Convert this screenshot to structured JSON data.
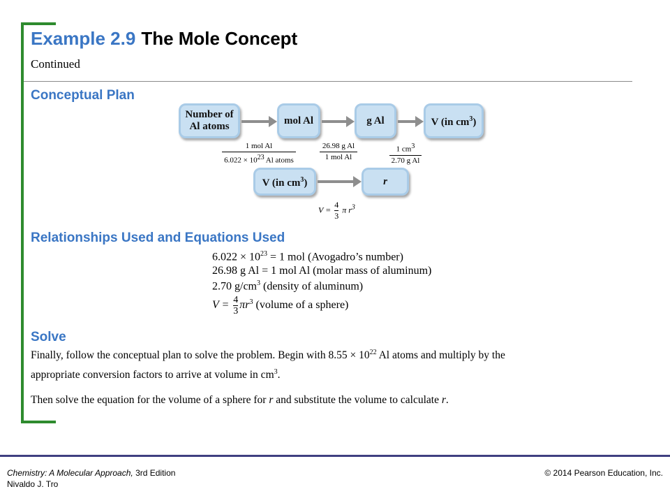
{
  "header": {
    "example_label": "Example 2.9",
    "title": "The Mole Concept",
    "subtitle": "Continued"
  },
  "conceptual_plan": {
    "heading": "Conceptual Plan",
    "boxes": {
      "atoms_line1": "Number of",
      "atoms_line2": "Al atoms",
      "mol": "mol Al",
      "grams": "g Al",
      "volume": "V (in cm",
      "volume_exp": "3",
      "volume_close": ")",
      "volume2": "V (in cm",
      "volume2_exp": "3",
      "volume2_close": ")",
      "radius": "r"
    },
    "factors": {
      "f1_num": "1 mol Al",
      "f1_den_a": "6.022 × 10",
      "f1_den_exp": "23",
      "f1_den_b": " Al atoms",
      "f2_num": "26.98 g Al",
      "f2_den": "1 mol Al",
      "f3_num_a": "1 cm",
      "f3_num_exp": "3",
      "f3_den": "2.70 g Al"
    },
    "sphere_eq": {
      "lhs": "V =",
      "num": "4",
      "den": "3",
      "rhs": "π r",
      "exp": "3"
    }
  },
  "relationships": {
    "heading": "Relationships Used and Equations Used",
    "line1_a": "6.022 × 10",
    "line1_exp": "23",
    "line1_b": " = 1 mol (Avogadro’s number)",
    "line2": "26.98 g Al = 1 mol Al (molar mass of aluminum)",
    "line3_a": "2.70 g/cm",
    "line3_exp": "3",
    "line3_b": " (density of aluminum)",
    "line4_lhs": "V =",
    "line4_num": "4",
    "line4_den": "3",
    "line4_rhs": "πr",
    "line4_exp": "3",
    "line4_note": " (volume of a sphere)"
  },
  "solve": {
    "heading": "Solve",
    "para1_a": "Finally, follow the conceptual plan to solve the problem. Begin with 8.55 × 10",
    "para1_exp": "22",
    "para1_b": " Al atoms and multiply by the",
    "para1_c": "appropriate conversion factors to arrive at volume in cm",
    "para1_exp2": "3",
    "para1_d": ".",
    "para2_a": "Then solve the equation for the volume of a sphere for ",
    "para2_r1": "r",
    "para2_b": " and substitute the volume to calculate ",
    "para2_r2": "r",
    "para2_c": "."
  },
  "footer": {
    "book_title": "Chemistry: A Molecular Approach,",
    "edition": " 3rd Edition",
    "author": "Nivaldo J. Tro",
    "copyright": "© 2014 Pearson Education, Inc."
  },
  "colors": {
    "accent_blue": "#3a76c4",
    "bracket_green": "#2e8b2e",
    "box_fill": "#c9e0f2",
    "footer_rule": "#404080"
  }
}
